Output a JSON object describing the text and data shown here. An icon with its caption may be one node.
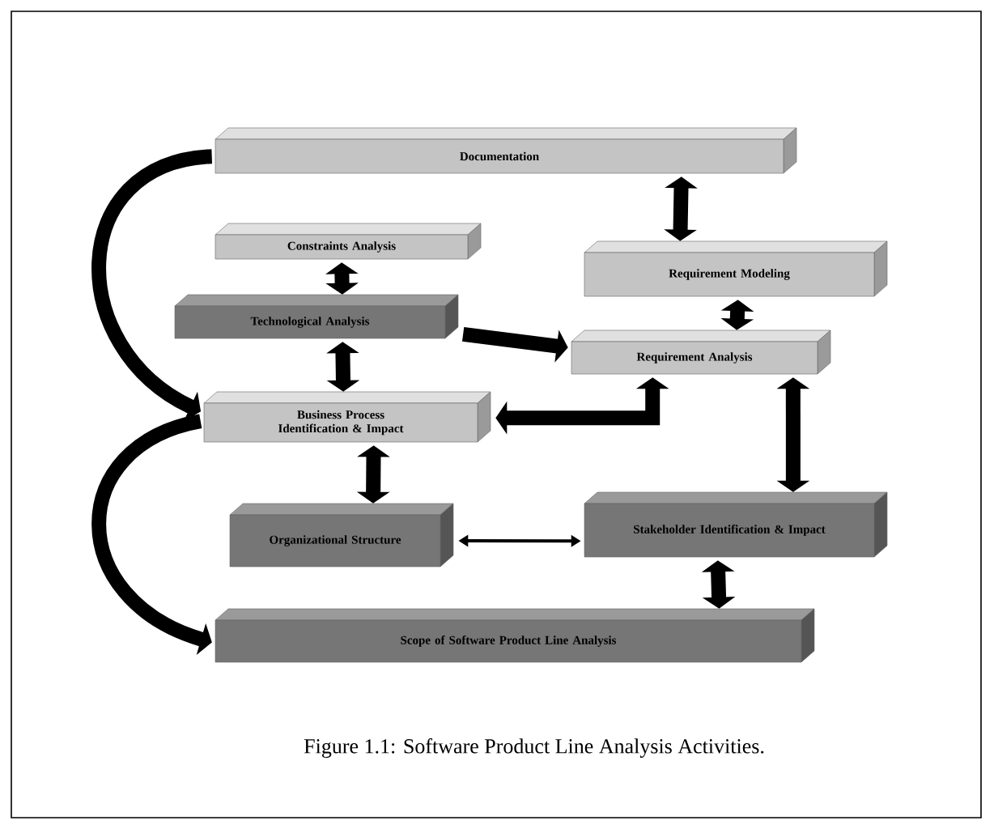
{
  "diagram": {
    "caption": "Figure 1.1: Software Product Line Analysis   Activities.",
    "nodes": [
      {
        "text": [
          "Documentation"
        ]
      },
      {
        "text": [
          "Constraints Analysis"
        ]
      },
      {
        "text": [
          "Technological Analysis"
        ]
      },
      {
        "text": [
          "Requirement Modeling"
        ]
      },
      {
        "text": [
          "Requirement Analysis"
        ]
      },
      {
        "text": [
          "Business Process Identification & Impact"
        ]
      },
      {
        "text": [
          "Organizational Structure"
        ]
      },
      {
        "text": [
          "Stakeholder Identification & Impact"
        ]
      },
      {
        "text": [
          "Scope of Software Product Line Analysis"
        ]
      }
    ],
    "edges": [
      {
        "from": 0,
        "to": 3,
        "arrow": "both"
      },
      {
        "from": 1,
        "to": 2,
        "arrow": "both"
      },
      {
        "from": 3,
        "to": 4,
        "arrow": "both"
      },
      {
        "from": 2,
        "to": 4,
        "arrow": "to"
      },
      {
        "from": 4,
        "to": 5,
        "arrow": "both"
      },
      {
        "from": 2,
        "to": 5,
        "arrow": "both"
      },
      {
        "from": 4,
        "to": 7,
        "arrow": "both"
      },
      {
        "from": 5,
        "to": 6,
        "arrow": "both"
      },
      {
        "from": 6,
        "to": 7,
        "arrow": "both"
      },
      {
        "from": 7,
        "to": 8,
        "arrow": "both"
      },
      {
        "from": 0,
        "to": 5,
        "arrow": "to"
      },
      {
        "from": 5,
        "to": 8,
        "arrow": "to"
      }
    ]
  }
}
